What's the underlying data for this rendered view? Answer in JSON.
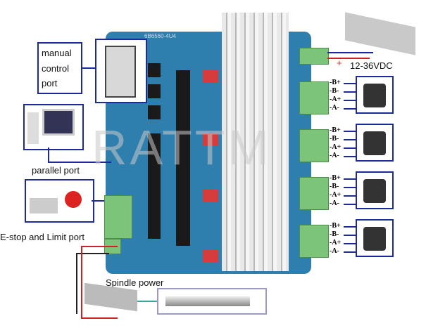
{
  "board_label": "6B6560-4U4",
  "labels": {
    "manual": [
      "manual",
      "control",
      "port"
    ],
    "parallel": "parallel port",
    "estop": "E-stop and Limit port",
    "spindle": "Spindle power",
    "voltage": "12-36VDC",
    "plus": "+"
  },
  "watermark": "RATTM",
  "motor_wires": [
    "-B+",
    "-B-",
    "-A+",
    "-A-"
  ],
  "colors": {
    "board": "#2f7fae",
    "frame": "#1c2a9c",
    "terminal": "#7cc47a"
  }
}
